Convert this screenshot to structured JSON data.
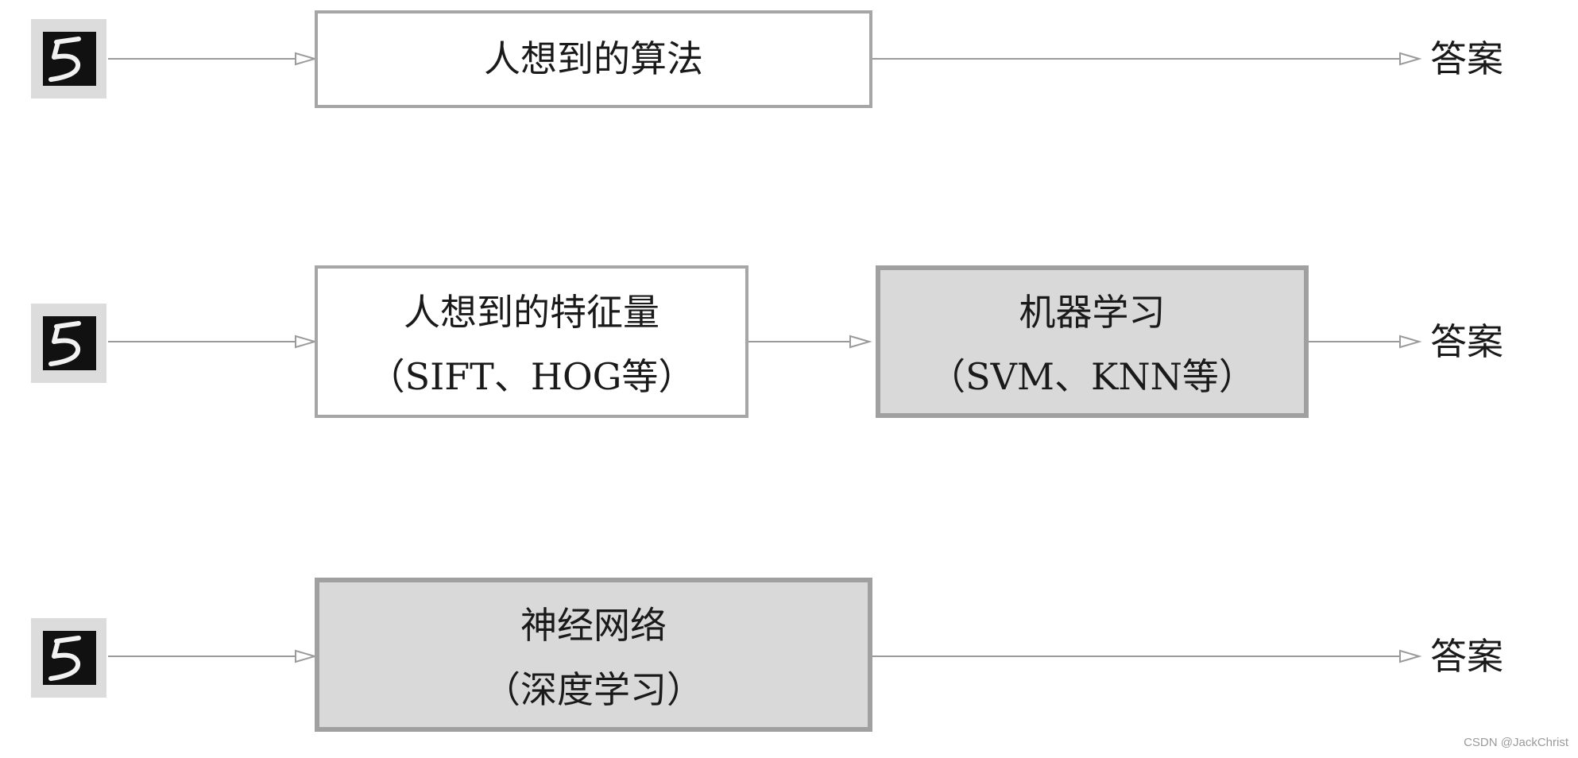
{
  "input_icon": "digit-five-icon",
  "rows": [
    {
      "stages": [
        {
          "line1": "人想到的算法"
        }
      ],
      "answer": "答案"
    },
    {
      "stages": [
        {
          "line1": "人想到的特征量",
          "line2": "（SIFT、HOG等）"
        },
        {
          "line1": "机器学习",
          "line2": "（SVM、KNN等）"
        }
      ],
      "answer": "答案"
    },
    {
      "stages": [
        {
          "line1": "神经网络",
          "line2": "（深度学习）"
        }
      ],
      "answer": "答案"
    }
  ],
  "watermark": "CSDN @JackChrist",
  "colors": {
    "hand_designed_box_fill": "#ffffff",
    "learned_box_fill": "#d9d9d9",
    "box_border": "#a6a6a6",
    "arrow": "#9b9b9b",
    "digit_frame": "#dcdcdc",
    "digit_background": "#111111"
  }
}
